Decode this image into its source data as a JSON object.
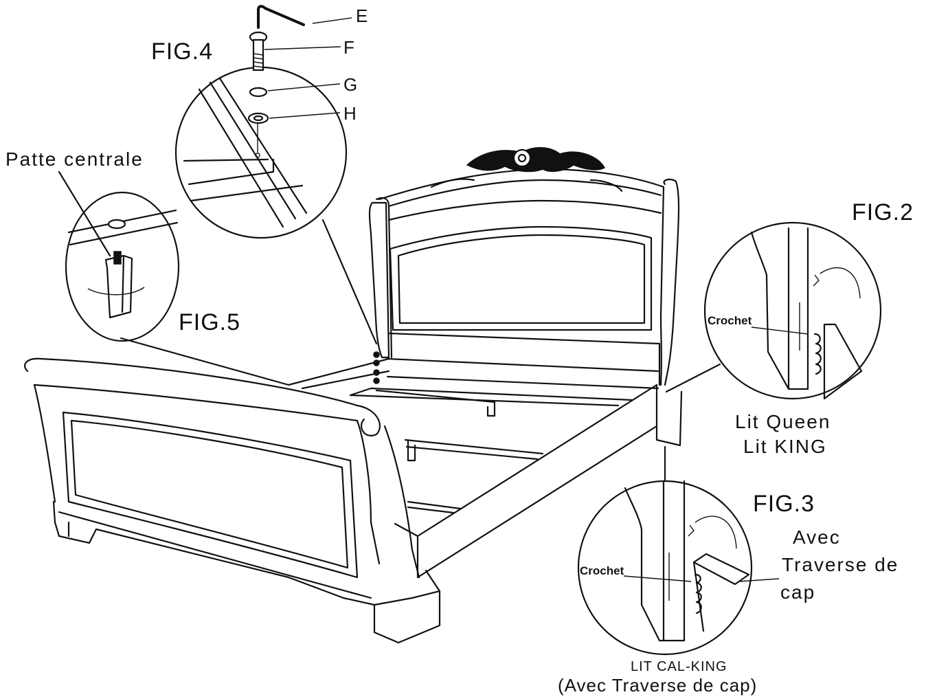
{
  "parts": {
    "e": "E",
    "f": "F",
    "g": "G",
    "h": "H"
  },
  "figures": {
    "fig2": "FIG.2",
    "fig3": "FIG.3",
    "fig4": "FIG.4",
    "fig5": "FIG.5"
  },
  "fig5": {
    "label": "Patte centrale"
  },
  "fig2": {
    "hook_label": "Crochet",
    "caption_line1": "Lit Queen",
    "caption_line2": "Lit KING"
  },
  "fig3": {
    "hook_label": "Crochet",
    "side_line1": "Avec",
    "side_line2": "Traverse de",
    "side_line3": "cap",
    "caption_line1": "LIT CAL-KING",
    "caption_line2": "(Avec Traverse de cap)"
  },
  "colors": {
    "ink": "#111111",
    "paper": "#ffffff"
  }
}
